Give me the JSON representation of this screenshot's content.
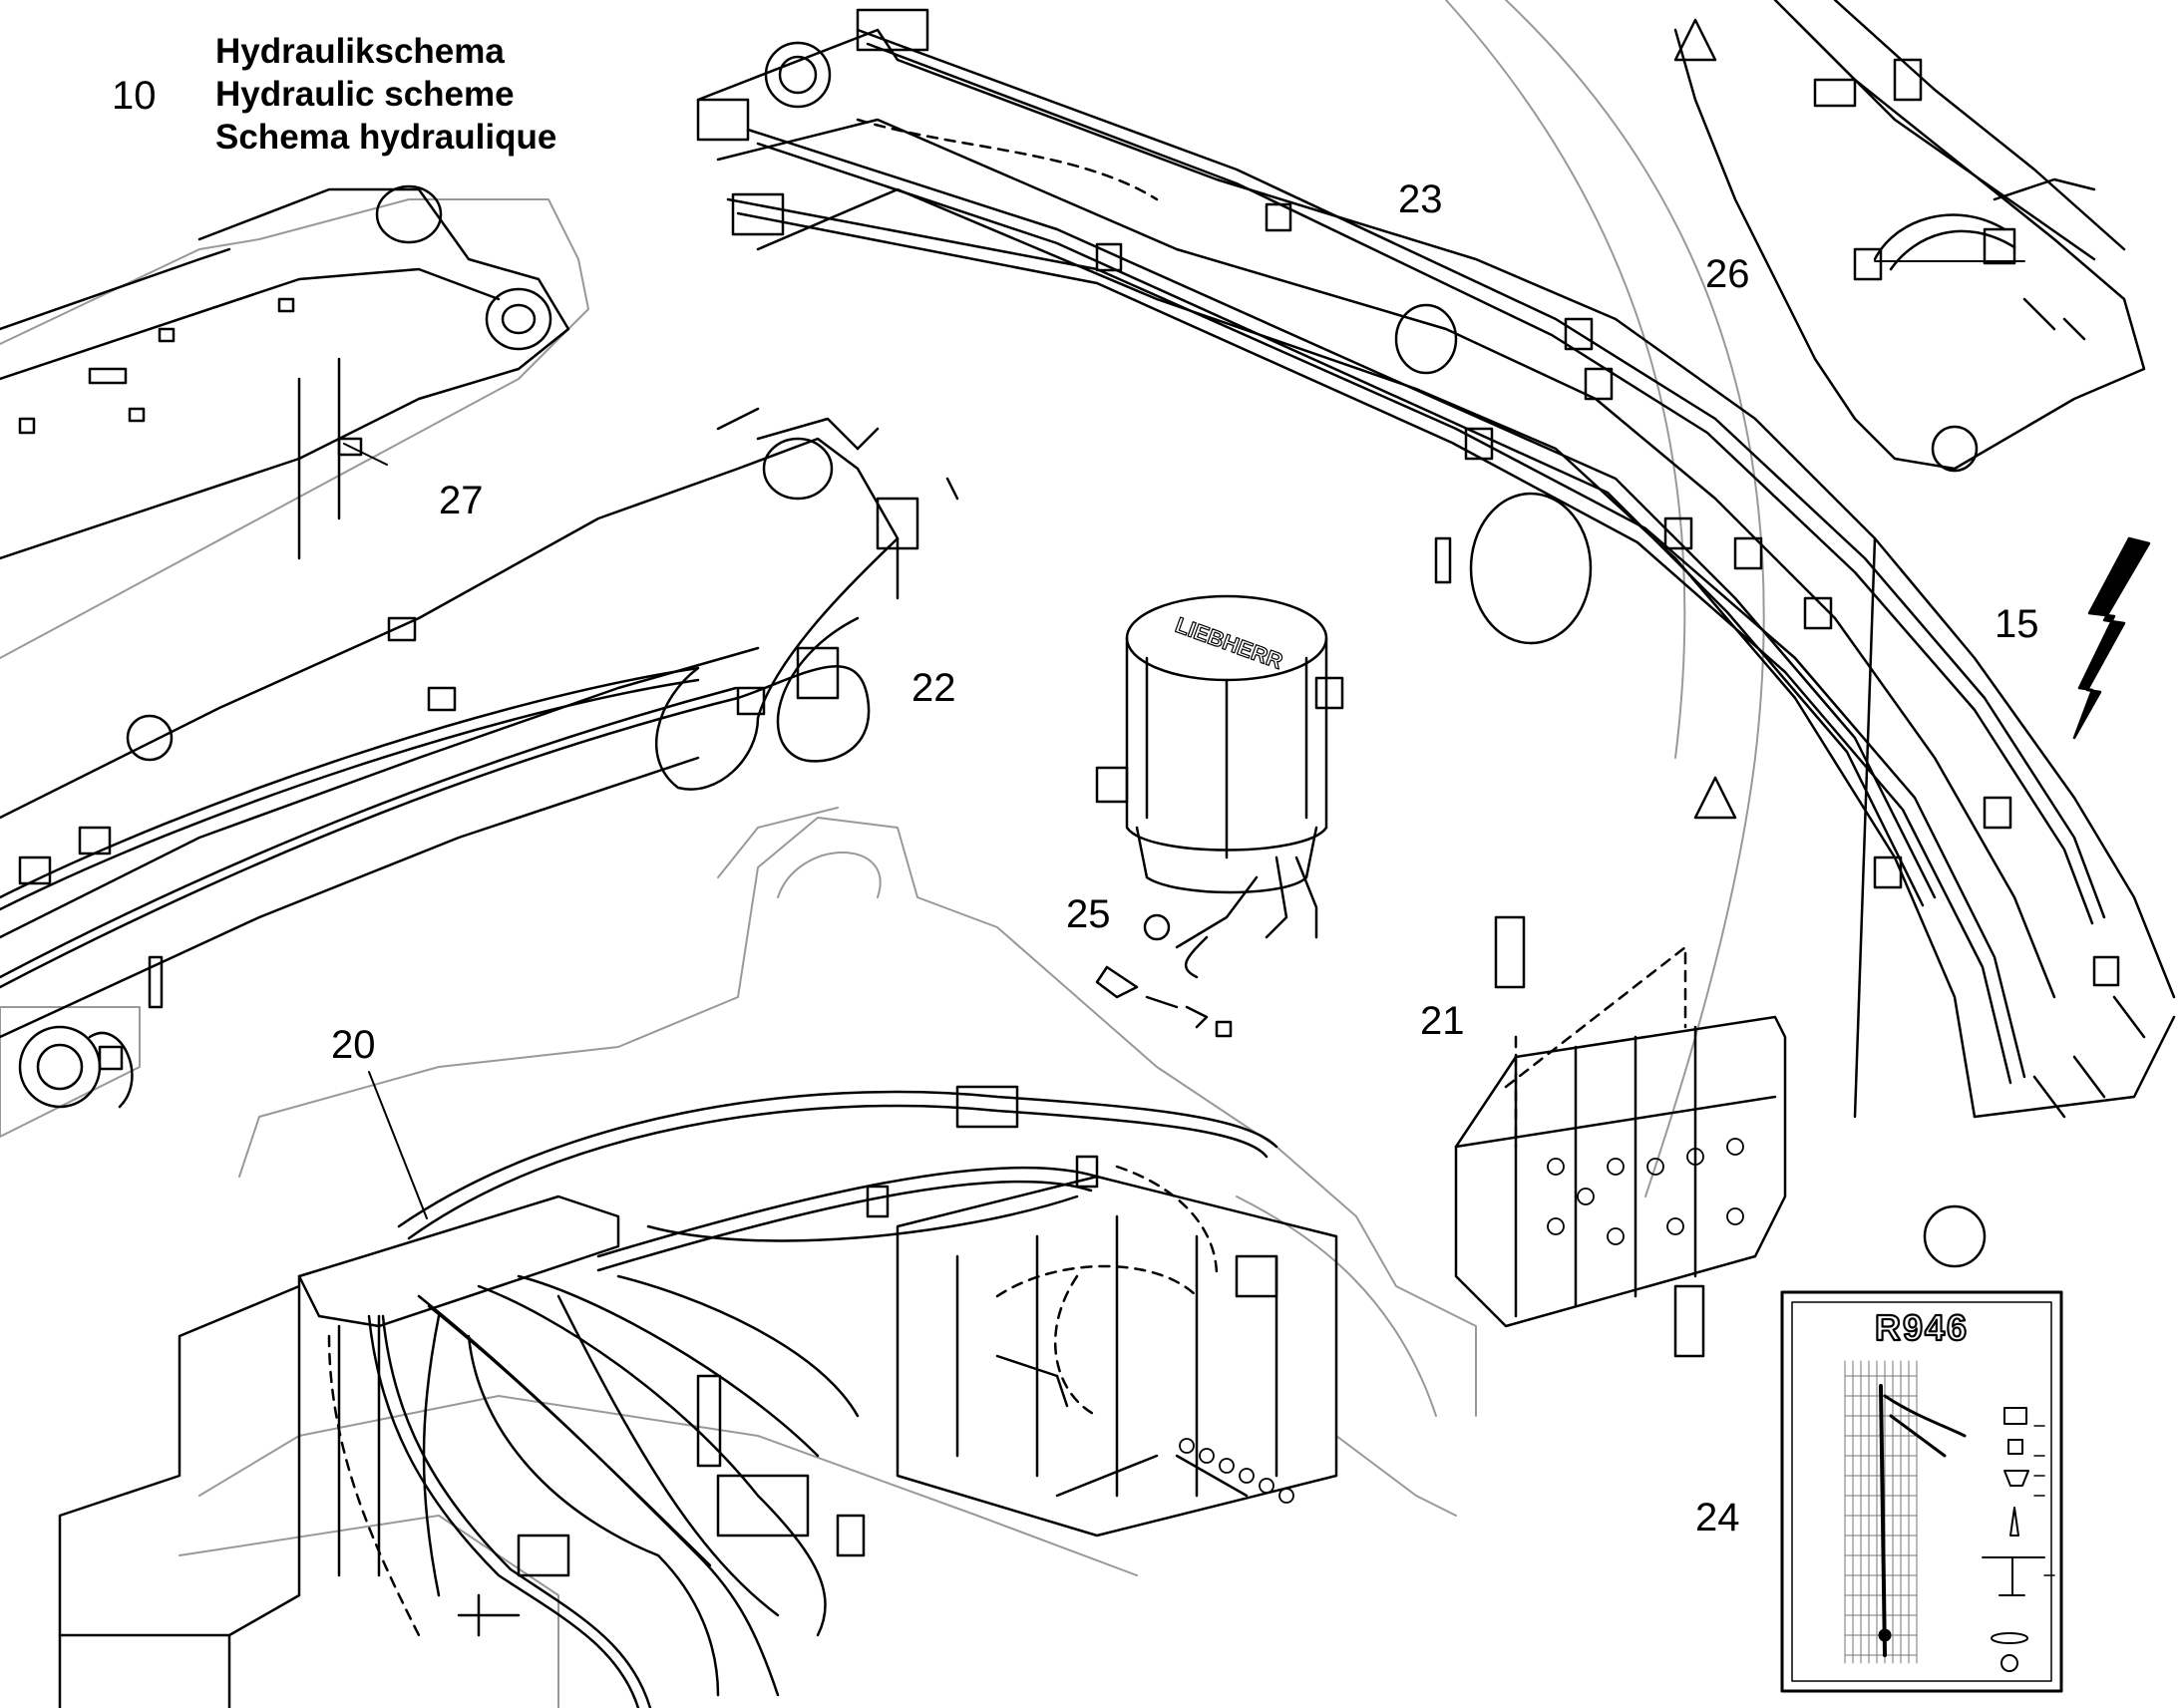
{
  "header": {
    "number": "10",
    "title_de": "Hydraulikschema",
    "title_en": "Hydraulic scheme",
    "title_fr": "Schema hydraulique"
  },
  "callouts": {
    "c15": "15",
    "c20": "20",
    "c21": "21",
    "c22": "22",
    "c23": "23",
    "c24": "24",
    "c25": "25",
    "c26": "26",
    "c27": "27"
  },
  "placard": {
    "model": "R946"
  },
  "pump_brand": "LIEBHERR",
  "colors": {
    "line": "#000000",
    "background": "#ffffff",
    "grid": "#777777"
  }
}
